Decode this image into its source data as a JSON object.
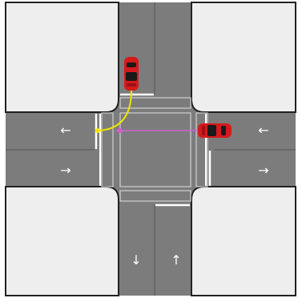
{
  "scene": {
    "road_color": "#7c7c7c",
    "block_color": "#eeeeee",
    "page_color": "#ffffff",
    "curb_color": "#222222",
    "lane_marking_color": "#ffffff",
    "car_color": "#d7191c",
    "turn_path_color": "#f2e400",
    "straight_path_color": "#d060d0"
  },
  "arrows": [
    {
      "name": "west-road-arrow-left",
      "glyph": "←"
    },
    {
      "name": "west-road-arrow-right",
      "glyph": "→"
    },
    {
      "name": "east-road-arrow-left",
      "glyph": "←"
    },
    {
      "name": "east-road-arrow-right",
      "glyph": "→"
    },
    {
      "name": "south-road-arrow-down",
      "glyph": "↓"
    },
    {
      "name": "south-road-arrow-up",
      "glyph": "↑"
    }
  ],
  "vehicles": [
    {
      "name": "red-car-northbound-approach",
      "heading": "south",
      "color": "#d7191c"
    },
    {
      "name": "red-car-eastbound-approach",
      "heading": "west",
      "color": "#d7191c"
    }
  ]
}
